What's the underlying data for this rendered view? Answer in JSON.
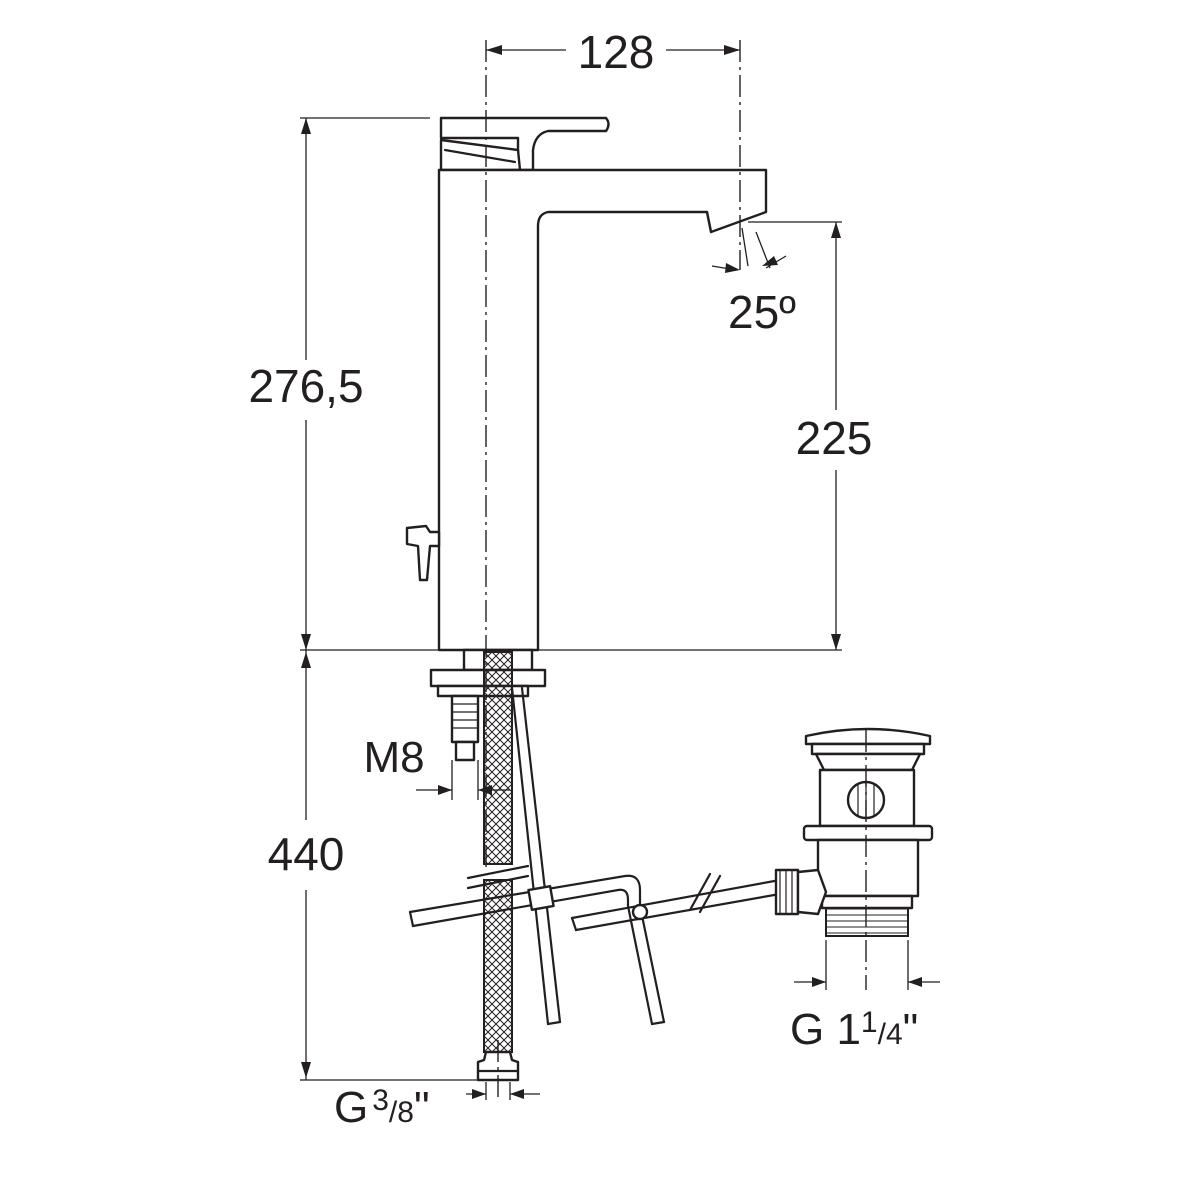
{
  "dimensions": {
    "spout_reach": "128",
    "spout_angle": "25º",
    "overall_height": "276,5",
    "spout_height": "225",
    "below_deck_length": "440",
    "stud_thread": "M8",
    "hose_connection": {
      "main": "G",
      "num": "3",
      "den": "8",
      "suffix": "\""
    },
    "waste_connection": {
      "main": "G 1",
      "num": "1",
      "den": "4",
      "suffix": "\""
    }
  },
  "colors": {
    "line": "#231f20",
    "background": "#ffffff"
  }
}
